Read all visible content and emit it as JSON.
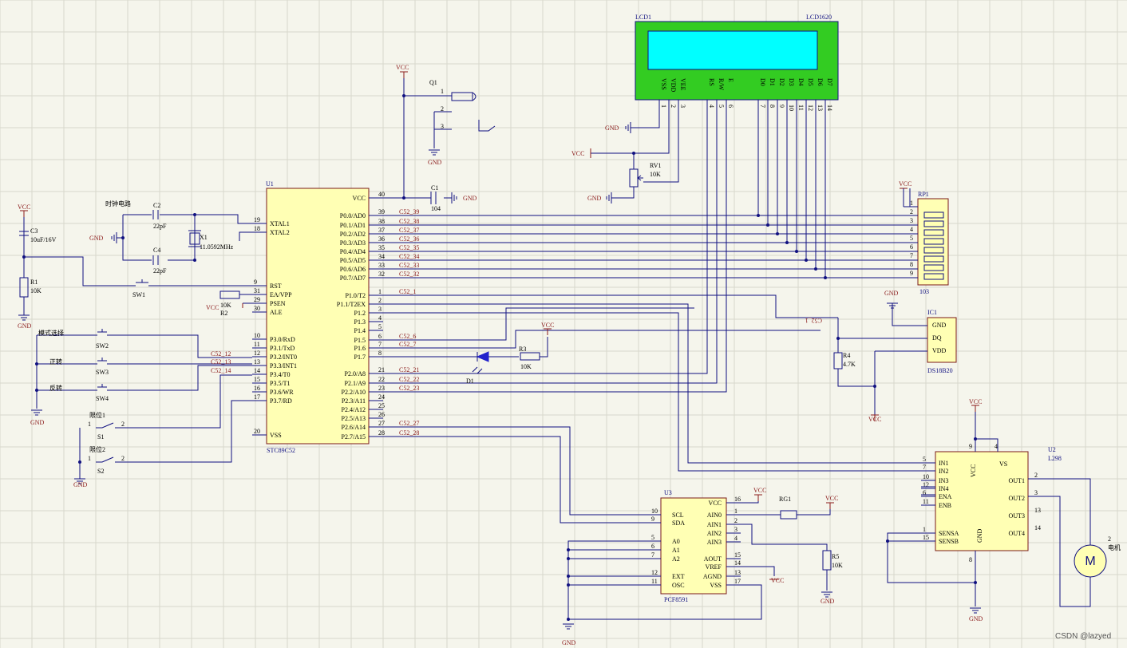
{
  "lcd": {
    "ref": "LCD1",
    "part": "LCD1620",
    "pins": [
      "VSS",
      "VDD",
      "VEE",
      "RS",
      "R/W",
      "E",
      "D0",
      "D1",
      "D2",
      "D3",
      "D4",
      "D5",
      "D6",
      "D7"
    ],
    "nums": [
      "1",
      "2",
      "3",
      "4",
      "5",
      "6",
      "7",
      "8",
      "9",
      "10",
      "11",
      "12",
      "13",
      "14"
    ]
  },
  "mcu": {
    "ref": "U1",
    "part": "STC89C52",
    "left": [
      {
        "n": "19",
        "l": "XTAL1"
      },
      {
        "n": "18",
        "l": "XTAL2"
      },
      {
        "n": "9",
        "l": "RST"
      },
      {
        "n": "31",
        "l": "EA/VPP"
      },
      {
        "n": "29",
        "l": "PSEN"
      },
      {
        "n": "30",
        "l": "ALE"
      },
      {
        "n": "10",
        "l": "P3.0/RxD"
      },
      {
        "n": "11",
        "l": "P3.1/TxD"
      },
      {
        "n": "12",
        "l": "P3.2/INT0"
      },
      {
        "n": "13",
        "l": "P3.3/INT1"
      },
      {
        "n": "14",
        "l": "P3.4/T0"
      },
      {
        "n": "15",
        "l": "P3.5/T1"
      },
      {
        "n": "16",
        "l": "P3.6/WR"
      },
      {
        "n": "17",
        "l": "P3.7/RD"
      },
      {
        "n": "20",
        "l": "VSS"
      }
    ],
    "right": [
      {
        "n": "40",
        "l": "VCC"
      },
      {
        "n": "39",
        "l": "P0.0/AD0"
      },
      {
        "n": "38",
        "l": "P0.1/AD1"
      },
      {
        "n": "37",
        "l": "P0.2/AD2"
      },
      {
        "n": "36",
        "l": "P0.3/AD3"
      },
      {
        "n": "35",
        "l": "P0.4/AD4"
      },
      {
        "n": "34",
        "l": "P0.5/AD5"
      },
      {
        "n": "33",
        "l": "P0.6/AD6"
      },
      {
        "n": "32",
        "l": "P0.7/AD7"
      },
      {
        "n": "1",
        "l": "P1.0/T2"
      },
      {
        "n": "2",
        "l": "P1.1/T2EX"
      },
      {
        "n": "3",
        "l": "P1.2"
      },
      {
        "n": "4",
        "l": "P1.3"
      },
      {
        "n": "5",
        "l": "P1.4"
      },
      {
        "n": "6",
        "l": "P1.5"
      },
      {
        "n": "7",
        "l": "P1.6"
      },
      {
        "n": "8",
        "l": "P1.7"
      },
      {
        "n": "21",
        "l": "P2.0/A8"
      },
      {
        "n": "22",
        "l": "P2.1/A9"
      },
      {
        "n": "23",
        "l": "P2.2/A10"
      },
      {
        "n": "24",
        "l": "P2.3/A11"
      },
      {
        "n": "25",
        "l": "P2.4/A12"
      },
      {
        "n": "26",
        "l": "P2.5/A13"
      },
      {
        "n": "27",
        "l": "P2.6/A14"
      },
      {
        "n": "28",
        "l": "P2.7/A15"
      }
    ]
  },
  "nets": {
    "p0": [
      "C52_39",
      "C52_38",
      "C52_37",
      "C52_36",
      "C52_35",
      "C52_34",
      "C52_33",
      "C52_32"
    ],
    "p1_0": "C52_1",
    "p1_5": "C52_6",
    "p1_6": "C52_7",
    "p2": [
      "C52_21",
      "C52_22",
      "C52_23"
    ],
    "p2_6": "C52_27",
    "p2_7": "C52_28",
    "p3": [
      "C52_12",
      "C52_13",
      "C52_14"
    ],
    "ds": "C52_1"
  },
  "rp1": {
    "ref": "RP1",
    "part": "103",
    "pins": [
      "1",
      "2",
      "3",
      "4",
      "5",
      "6",
      "7",
      "8",
      "9"
    ]
  },
  "ic1": {
    "ref": "IC1",
    "part": "DS18B20",
    "pins": [
      "GND",
      "DQ",
      "VDD"
    ]
  },
  "l298": {
    "ref": "U2",
    "part": "L298",
    "left": [
      {
        "n": "5",
        "l": "IN1"
      },
      {
        "n": "7",
        "l": "IN2"
      },
      {
        "n": "10",
        "l": "IN3"
      },
      {
        "n": "12",
        "l": "IN4"
      },
      {
        "n": "6",
        "l": "ENA"
      },
      {
        "n": "11",
        "l": "ENB"
      },
      {
        "n": "1",
        "l": "SENSA"
      },
      {
        "n": "15",
        "l": "SENSB"
      }
    ],
    "right": [
      {
        "n": "2",
        "l": "OUT1"
      },
      {
        "n": "3",
        "l": "OUT2"
      },
      {
        "n": "13",
        "l": "OUT3"
      },
      {
        "n": "14",
        "l": "OUT4"
      }
    ],
    "top": [
      {
        "n": "9",
        "l": "VCC"
      },
      {
        "n": "4",
        "l": "VS"
      }
    ],
    "bottom": {
      "n": "8",
      "l": "GND"
    }
  },
  "pcf": {
    "ref": "U3",
    "part": "PCF8591",
    "left": [
      {
        "n": "10",
        "l": "SCL"
      },
      {
        "n": "9",
        "l": "SDA"
      },
      {
        "n": "5",
        "l": "A0"
      },
      {
        "n": "6",
        "l": "A1"
      },
      {
        "n": "7",
        "l": "A2"
      },
      {
        "n": "12",
        "l": "EXT"
      },
      {
        "n": "11",
        "l": "OSC"
      }
    ],
    "right": [
      {
        "n": "16",
        "l": "VCC"
      },
      {
        "n": "1",
        "l": "AIN0"
      },
      {
        "n": "2",
        "l": "AIN1"
      },
      {
        "n": "3",
        "l": "AIN2"
      },
      {
        "n": "4",
        "l": "AIN3"
      },
      {
        "n": "15",
        "l": "AOUT"
      },
      {
        "n": "14",
        "l": "VREF"
      },
      {
        "n": "13",
        "l": "AGND"
      },
      {
        "n": "17",
        "l": "VSS"
      }
    ]
  },
  "labels": {
    "vcc": "VCC",
    "gnd": "GND",
    "q1": "Q1",
    "q1_pins": [
      "1",
      "2",
      "3"
    ],
    "c1": "C1",
    "c1_val": "104",
    "c2": "C2",
    "c2_val": "22pF",
    "c4": "C4",
    "c4_val": "22pF",
    "x1": "X1",
    "x1_val": "11.0592MHz",
    "clock": "时钟电路",
    "c3": "C3",
    "c3_val": "10uF/16V",
    "r1": "R1",
    "r1_val": "10K",
    "sw1": "SW1",
    "r2": "R2",
    "r2_val": "10K",
    "rv1": "RV1",
    "rv1_val": "10K",
    "sw2": "SW2",
    "sw2_txt": "模式选择",
    "sw3": "SW3",
    "sw3_txt": "正转",
    "sw4": "SW4",
    "sw4_txt": "反转",
    "s1": "S1",
    "s1_txt": "限位1",
    "s2": "S2",
    "s2_txt": "限位2",
    "s_pin1": "1",
    "s_pin2": "2",
    "r3": "R3",
    "r3_val": "10K",
    "d1": "D1",
    "r4": "R4",
    "r4_val": "4.7K",
    "rg1": "RG1",
    "r5": "R5",
    "r5_val": "10K",
    "motor": "M",
    "motor_txt": "电机",
    "motor_pin": "2",
    "watermark": "CSDN @lazyed"
  }
}
